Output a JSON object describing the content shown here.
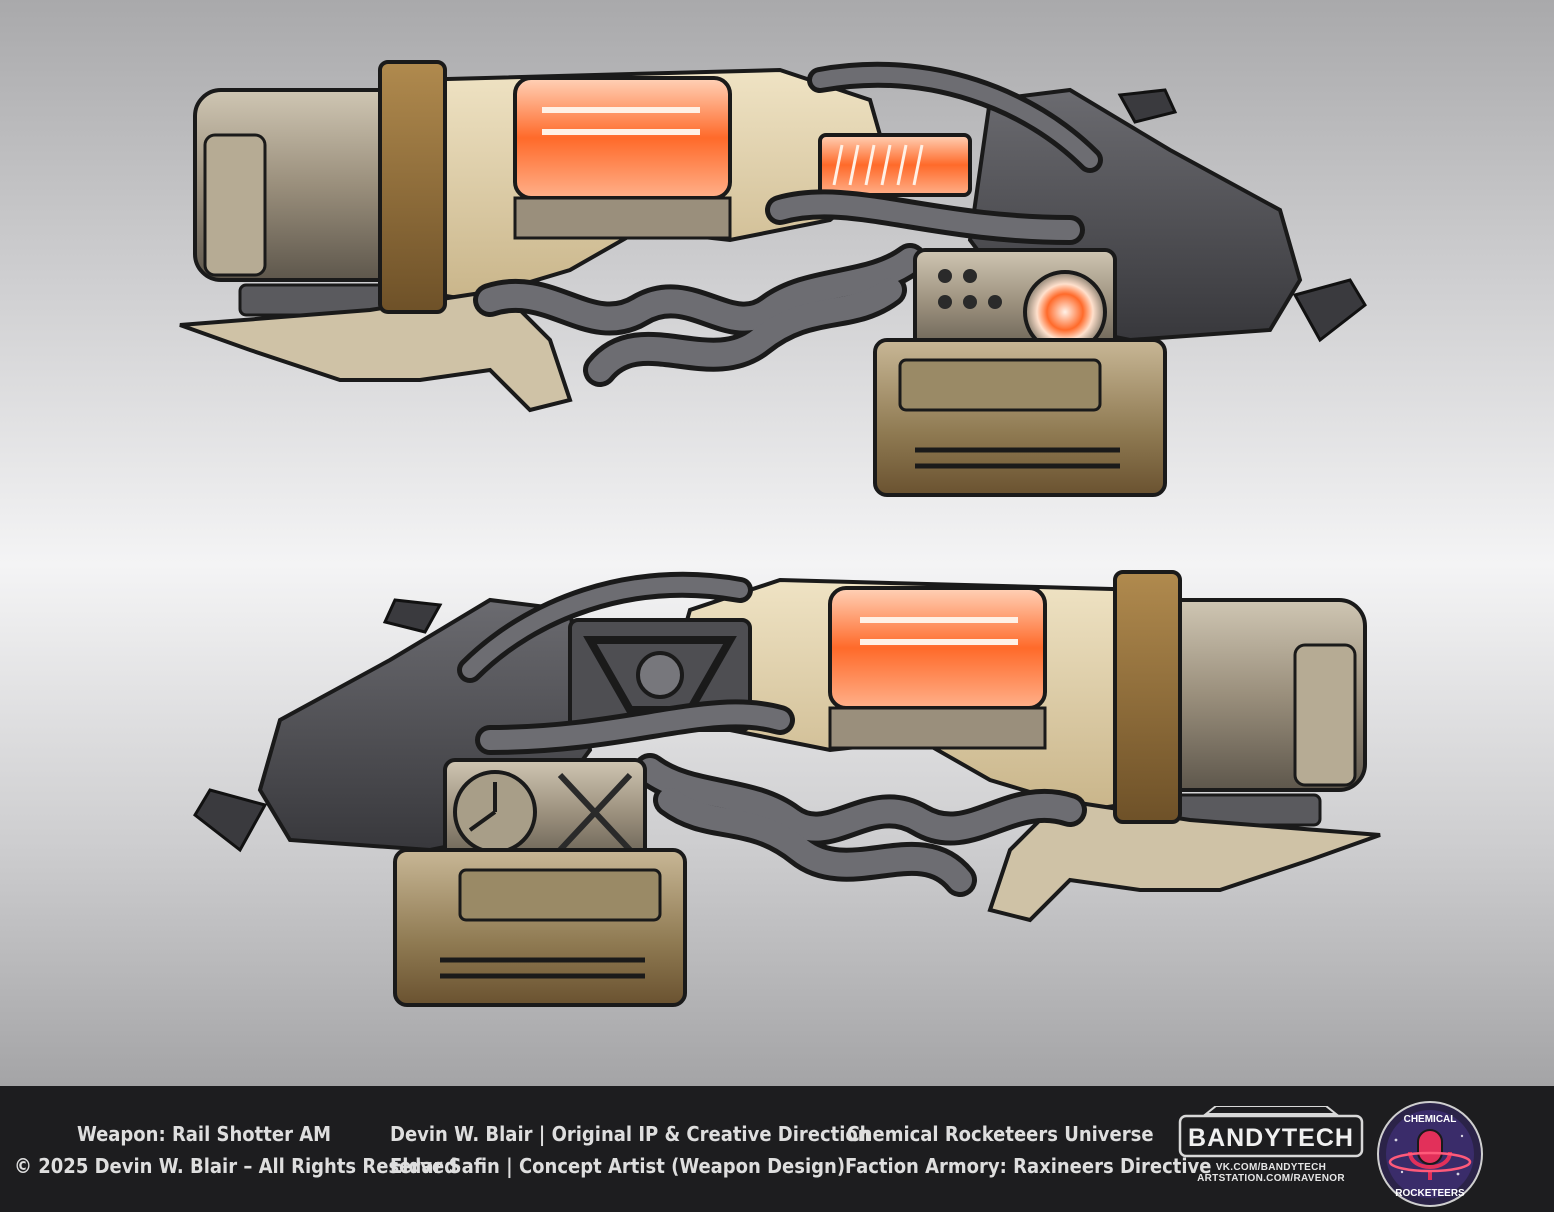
{
  "credits": {
    "weapon": "Weapon: Rail Shotter AM",
    "copyright": "© 2025 Devin W. Blair – All Rights Reserved",
    "creative_direction": "Devin W. Blair | Original IP & Creative Direction",
    "concept_artist": "Eldar Safin | Concept Artist (Weapon Design)",
    "universe": "Chemical Rocketeers Universe",
    "faction": "Faction Armory: Raxineers Directive"
  },
  "bandytech": {
    "name": "BANDYTECH",
    "url_vk": "VK.COM/BANDYTECH",
    "url_artstation": "ARTSTATION.COM/RAVENOR"
  },
  "rocketeers_logo": {
    "line1": "CHEMICAL",
    "line2": "ROCKETEERS"
  },
  "colors": {
    "bone": "#d9c8a0",
    "glow": "#ff6a2a",
    "steel": "#8c8272",
    "dark_shell": "#4a4a4e",
    "leather": "#8a6a3a",
    "footer_bg": "#1d1d1f"
  }
}
